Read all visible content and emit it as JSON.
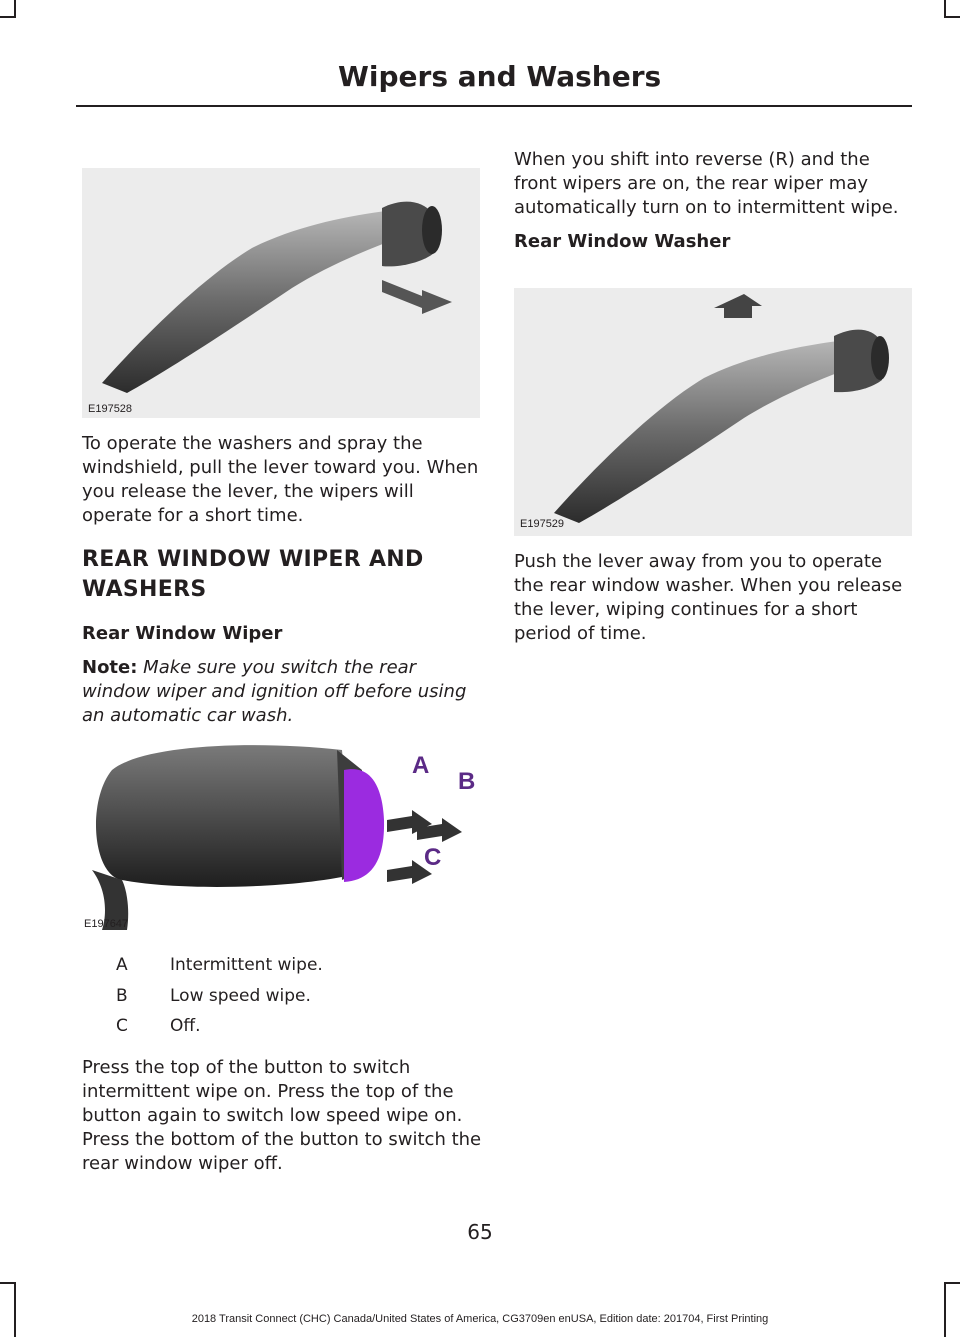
{
  "header": {
    "title": "Wipers and Washers"
  },
  "left": {
    "figure1_code": "E197528",
    "para1": "To operate the washers and spray the windshield, pull the lever toward you. When you release the lever, the wipers will operate for a short time.",
    "section_heading_line1": "REAR WINDOW WIPER AND",
    "section_heading_line2": "WASHERS",
    "subheading": "Rear Window Wiper",
    "note_label": "Note:",
    "note_text": " Make sure you switch the rear window wiper and ignition off before using an automatic car wash.",
    "figure2_code": "E197647",
    "figure2_callouts": [
      "A",
      "B",
      "C"
    ],
    "legend": [
      {
        "key": "A",
        "value": "Intermittent wipe."
      },
      {
        "key": "B",
        "value": "Low speed wipe."
      },
      {
        "key": "C",
        "value": "Off."
      }
    ],
    "para2": "Press the top of the button to switch intermittent wipe on. Press the top of the button again to switch low speed wipe on. Press the bottom of the button to switch the rear window wiper off."
  },
  "right": {
    "para1": "When you shift into reverse (R) and the front wipers are on, the rear wiper may automatically turn on to intermittent wipe.",
    "subheading": "Rear Window Washer",
    "figure3_code": "E197529",
    "para2": "Push the lever away from you to operate the rear window washer.  When you release the lever, wiping continues for a short period of time."
  },
  "page_number": "65",
  "footer": "2018 Transit Connect (CHC) Canada/United States of America, CG3709en enUSA, Edition date: 201704, First Printing",
  "colors": {
    "text": "#231f20",
    "callout": "#5b2a86",
    "button": "#9b2be0"
  }
}
